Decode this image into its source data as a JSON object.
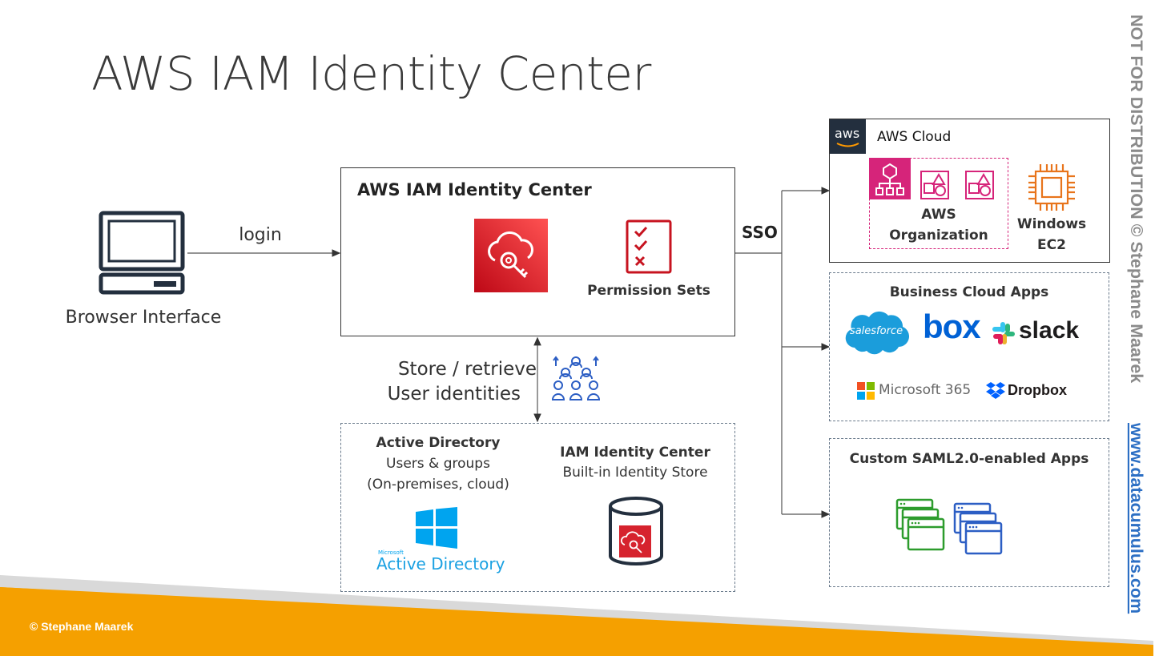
{
  "title": "AWS IAM Identity Center",
  "browser": {
    "label": "Browser Interface",
    "login_label": "login"
  },
  "identity_center_box": {
    "title": "AWS IAM Identity Center",
    "permission_sets_label": "Permission Sets"
  },
  "sso_label": "SSO",
  "store_label": {
    "line1": "Store / retrieve",
    "line2": "User identities"
  },
  "stores": {
    "active_directory": {
      "title": "Active Directory",
      "line1": "Users & groups",
      "line2": "(On-premises, cloud)",
      "logo_small": "Microsoft",
      "logo_text": "Active Directory"
    },
    "identity_store": {
      "title": "IAM Identity Center",
      "subtitle": "Built-in Identity Store"
    }
  },
  "aws_cloud": {
    "badge": "aws",
    "title": "AWS Cloud",
    "org_line1": "AWS",
    "org_line2": "Organization",
    "ec2_line1": "Windows",
    "ec2_line2": "EC2"
  },
  "business_apps": {
    "title": "Business Cloud Apps",
    "salesforce": "salesforce",
    "box": "box",
    "slack": "slack",
    "microsoft365": "Microsoft 365",
    "dropbox": "Dropbox"
  },
  "custom_apps": {
    "title": "Custom SAML2.0-enabled Apps"
  },
  "watermark": {
    "text": "NOT FOR DISTRIBUTION © Stephane Maarek",
    "url": "www.datacumulus.com"
  },
  "footer": {
    "copyright": "© Stephane Maarek"
  },
  "colors": {
    "aws_red": "#d6232e",
    "accent_orange": "#f5a000",
    "ec2_orange": "#e8741b",
    "org_pink": "#d6247a",
    "green": "#2d9c2d",
    "blue": "#2c5ec4",
    "salesforce": "#1b9ddb",
    "box": "#0061d5"
  }
}
